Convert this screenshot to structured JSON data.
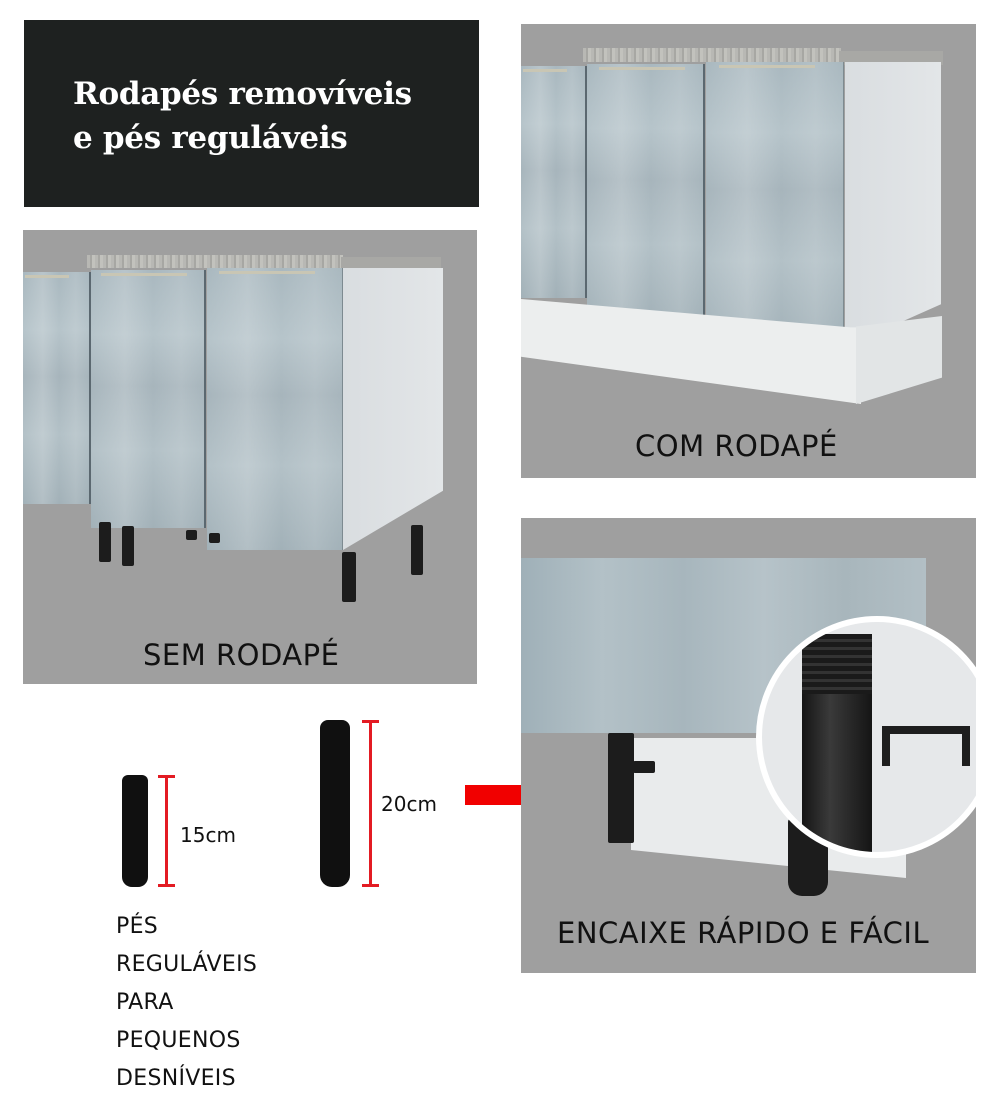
{
  "header": {
    "line1": "Rodapés removíveis",
    "line2": "e pés reguláveis",
    "background": "#1e2120",
    "text_color": "#ffffff"
  },
  "panels": [
    {
      "id": "sem-rodape",
      "caption": "SEM RODAPÉ"
    },
    {
      "id": "com-rodape",
      "caption": "COM RODAPÉ"
    },
    {
      "id": "encaixe",
      "caption": "ENCAIXE RÁPIDO E FÁCIL"
    }
  ],
  "feet": {
    "short": {
      "label": "15cm"
    },
    "tall": {
      "label": "20cm"
    },
    "description_line1": "PÉS REGULÁVEIS PARA",
    "description_line2": "PEQUENOS DESNÍVEIS"
  },
  "colors": {
    "panel_bg": "#9f9f9f",
    "accent_red": "#e31b23",
    "door_glass": "#aebcc3"
  },
  "icons": {
    "arrow": "arrow-right-icon"
  }
}
